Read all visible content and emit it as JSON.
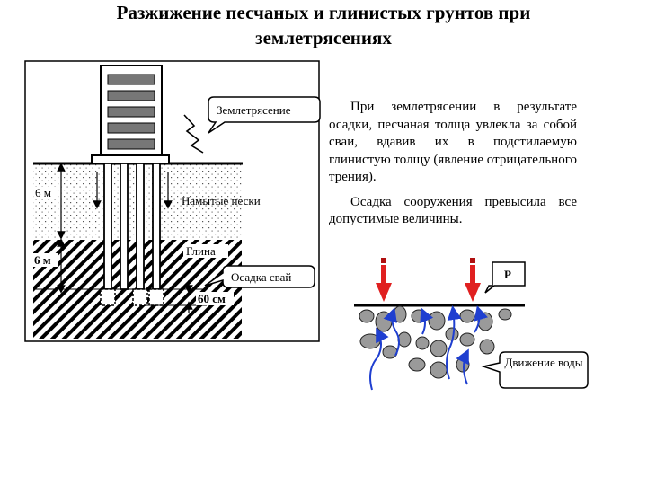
{
  "title": {
    "line1": "Разжижение песчаных и глинистых грунтов при",
    "line2": "землетрясениях"
  },
  "description": {
    "para1": "При землетрясении в результате осадки, песчаная толща увлекла за собой сваи, вдавив их в подстилаемую глинистую толщу (явление отрицательного трения).",
    "para2": "Осадка сооружения превысила все допустимые величины."
  },
  "left_diagram": {
    "callout_earthquake": "Землетрясение",
    "label_sand": "Намытые пески",
    "label_clay": "Глина",
    "callout_settlement": "Осадка свай",
    "depth_top": "6 м",
    "depth_bottom": "6 м",
    "settlement_value": "60 см"
  },
  "right_diagram": {
    "load_label": "P",
    "callout_water": "Движение воды"
  },
  "colors": {
    "load_arrow": "#e02020",
    "water_arrow": "#1f3fd0"
  }
}
